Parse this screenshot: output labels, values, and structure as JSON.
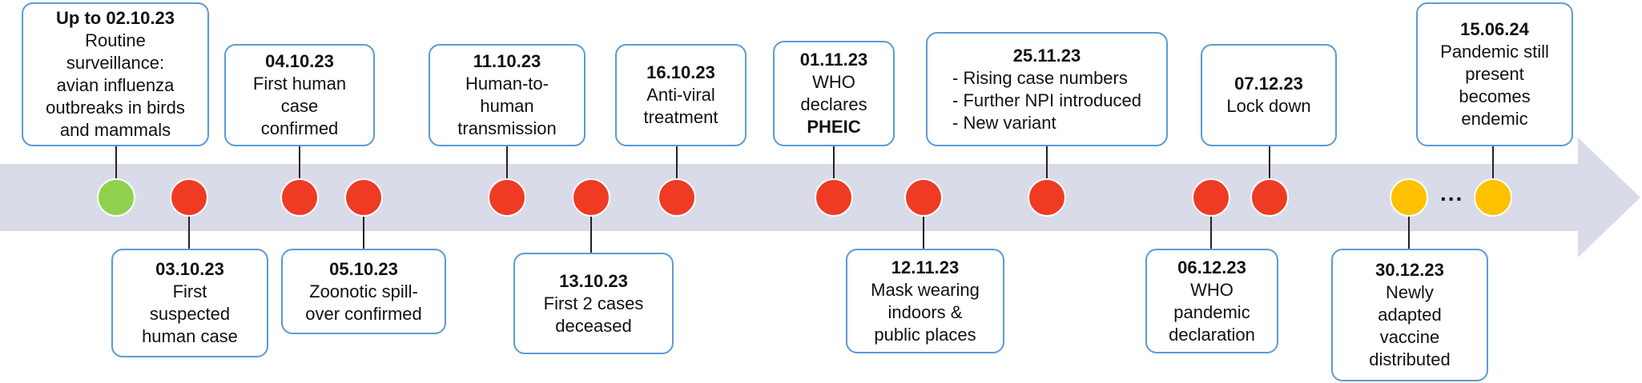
{
  "colors": {
    "arrow": "#d9dbe9",
    "box_border": "#5b9bd5",
    "dot_green": "#8fd14f",
    "dot_red": "#ef3b24",
    "dot_amber": "#ffc000"
  },
  "events": [
    {
      "date": "Up to 02.10.23",
      "desc": "Routine\nsurveillance:\navian influenza\noutbreaks in birds\nand mammals",
      "dot": "green",
      "position": "above"
    },
    {
      "date": "03.10.23",
      "desc": "First\nsuspected\nhuman case",
      "dot": "red",
      "position": "below"
    },
    {
      "date": "04.10.23",
      "desc": "First human\ncase\nconfirmed",
      "dot": "red",
      "position": "above"
    },
    {
      "date": "05.10.23",
      "desc": "Zoonotic spill-\nover confirmed",
      "dot": "red",
      "position": "below"
    },
    {
      "date": "11.10.23",
      "desc": "Human-to-\nhuman\ntransmission",
      "dot": "red",
      "position": "above"
    },
    {
      "date": "13.10.23",
      "desc": "First 2 cases\ndeceased",
      "dot": "red",
      "position": "below"
    },
    {
      "date": "16.10.23",
      "desc": "Anti-viral\ntreatment",
      "dot": "red",
      "position": "above"
    },
    {
      "date": "01.11.23",
      "desc": "WHO\ndeclares",
      "desc_bold": "PHEIC",
      "dot": "red",
      "position": "above"
    },
    {
      "date": "12.11.23",
      "desc": "Mask wearing\nindoors &\npublic places",
      "dot": "red",
      "position": "below"
    },
    {
      "date": "25.11.23",
      "desc": "- Rising case numbers\n- Further NPI introduced\n- New variant",
      "dot": "red",
      "position": "above"
    },
    {
      "date": "06.12.23",
      "desc": "WHO\npandemic\ndeclaration",
      "dot": "red",
      "position": "below"
    },
    {
      "date": "07.12.23",
      "desc": "Lock down",
      "dot": "red",
      "position": "above"
    },
    {
      "date": "30.12.23",
      "desc": "Newly\nadapted\nvaccine\ndistributed",
      "dot": "amber",
      "position": "below"
    },
    {
      "date": "15.06.24",
      "desc": "Pandemic still\npresent\nbecomes\nendemic",
      "dot": "amber",
      "position": "above"
    }
  ],
  "ellipsis": "..."
}
